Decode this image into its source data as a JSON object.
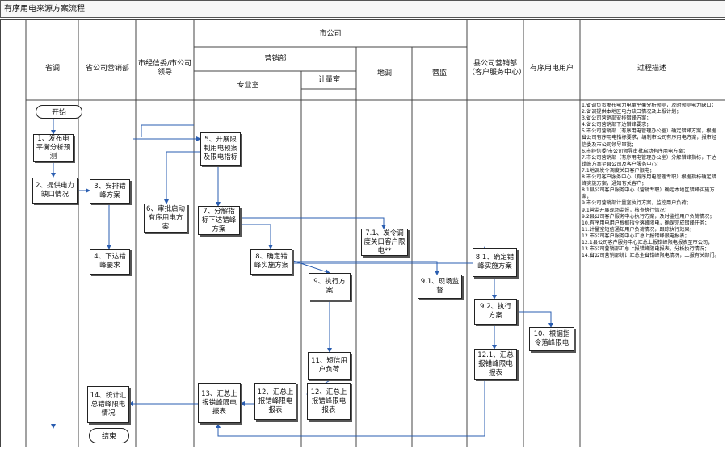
{
  "title": "有序用电来源方案流程",
  "headers": {
    "col1": "省调",
    "col2": "省公司营销部",
    "col3": "市经信委/市公司领导",
    "city_company": "市公司",
    "marketing_dept": "营销部",
    "specialist": "专业室",
    "metering": "计量室",
    "dispatch": "地调",
    "control": "营监",
    "county": "县公司营销部（客户服务中心）",
    "users": "有序用电用户",
    "notes": "过程描述"
  },
  "boxes": {
    "start": "开始",
    "b1": "1、发布电平衡分析预测",
    "b2": "2、提供电力缺口情况",
    "b3": "3、安排错峰方案",
    "b4": "4、下达错峰要求",
    "b5": "5、开展限制用电预案及限电指标",
    "b6": "6、审批启动有序用电方案",
    "b7": "7、分解指标下达错峰方案",
    "b71": "7.1、发令调度关口客户限电**",
    "b8": "8、确定错峰实施方案",
    "b81": "8.1、确定错峰实施方案",
    "b9": "9、执行方案",
    "b91": "9.1、现场监督",
    "b92": "9.2、执行方案",
    "b10": "10、根据指令落峰限电",
    "b11": "11、短信用户负荷",
    "b12": "12.1、汇总报错峰限电报表",
    "b121": "12、汇总上报错峰限电报表",
    "b13": "13、汇总上报错峰限电报表",
    "b14": "14、统计汇总错峰限电情况",
    "end": "结束"
  },
  "notes": "1.省调负责发布电力电量平衡分析预测，及时预测电力缺口；\n2.省调提供本地区电力缺口情况及上报计划；\n3.省公司营销部安排错峰方案；\n4.省公司营销部下达错峰要求；\n5.市公司营销部（有序用电管理办公室）确定错峰方案，根据省公司有序用电指标要求，编制市公司有序用电方案，报市经信委及市公司领导审批；\n6.市经信委/市公司领导审批启动有序用电方案；\n7.市公司营销部（有序用电管理办公室）分解错峰指标，下达错峰方案至县公司及客户服务中心；\n7.1地调发令调度关口客户限电；\n8.市公司客户服务中心（有序用电管理专职）根据指标确定错峰实施方案，通知有关客户；\n8.1县公司客户服务中心（营销专职）确定本地区错峰实施方案；\n9.市公司营销部计量室执行方案，监控用户负荷；\n9.1营监开展现场监督，核查执行情况；\n9.2县公司客户服务中心执行方案，及时监控用户负荷情况；\n10.有序用电用户根据指令落峰限电，确保完成错峰任务；\n11.计量室短信通知用户负荷情况，跟踪执行效果；\n12.市公司客户服务中心汇总上报错峰限电报表；\n12.1县公司客户服务中心汇总上报错峰限电报表至市公司；\n13.市公司营销部汇总上报错峰限电报表，分析执行情况；\n14.省公司营销部统计汇总全省错峰限电情况，上报有关部门。"
}
